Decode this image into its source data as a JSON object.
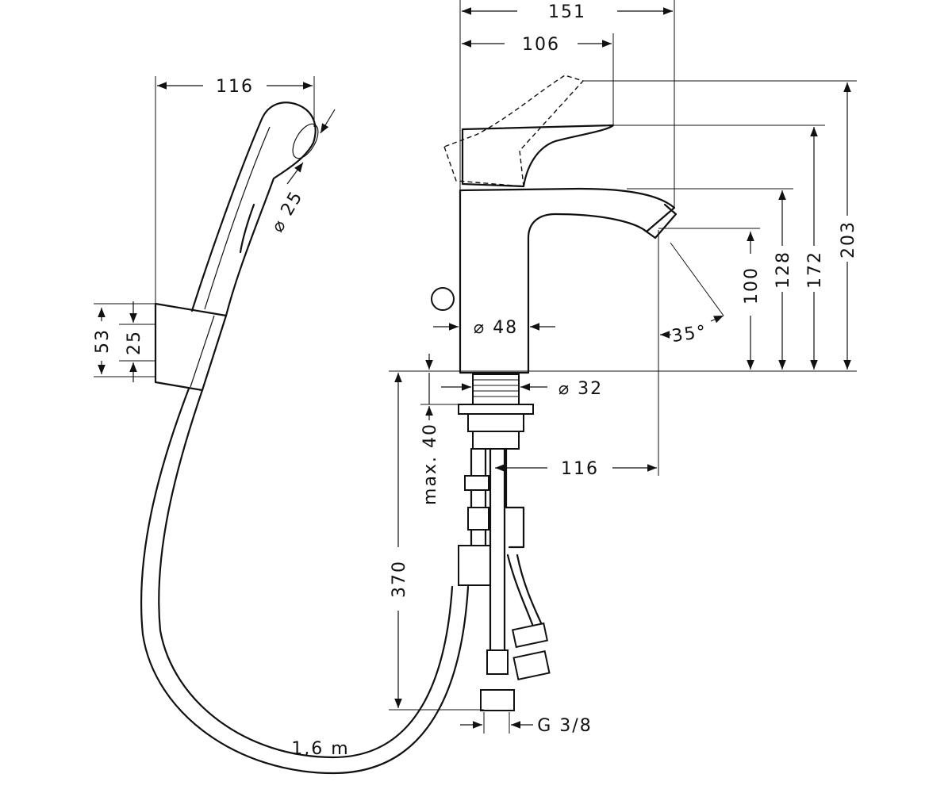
{
  "dimensions": {
    "overall_width": "151",
    "lever_reach": "106",
    "handshower_length": "116",
    "handshower_diameter": "⌀ 25",
    "holder_height": "53",
    "holder_inner": "25",
    "body_diameter": "⌀ 48",
    "shank_diameter": "⌀ 32",
    "spout_angle": "35°",
    "spout_height": "100",
    "spout_top": "128",
    "lever_height": "172",
    "lever_open_height": "203",
    "max_thickness": "max. 40",
    "hose_drop": "370",
    "spout_projection": "116",
    "connection_thread": "G 3/8",
    "hose_length": "1,6 m"
  },
  "colors": {
    "line": "#111111",
    "background": "#ffffff"
  }
}
